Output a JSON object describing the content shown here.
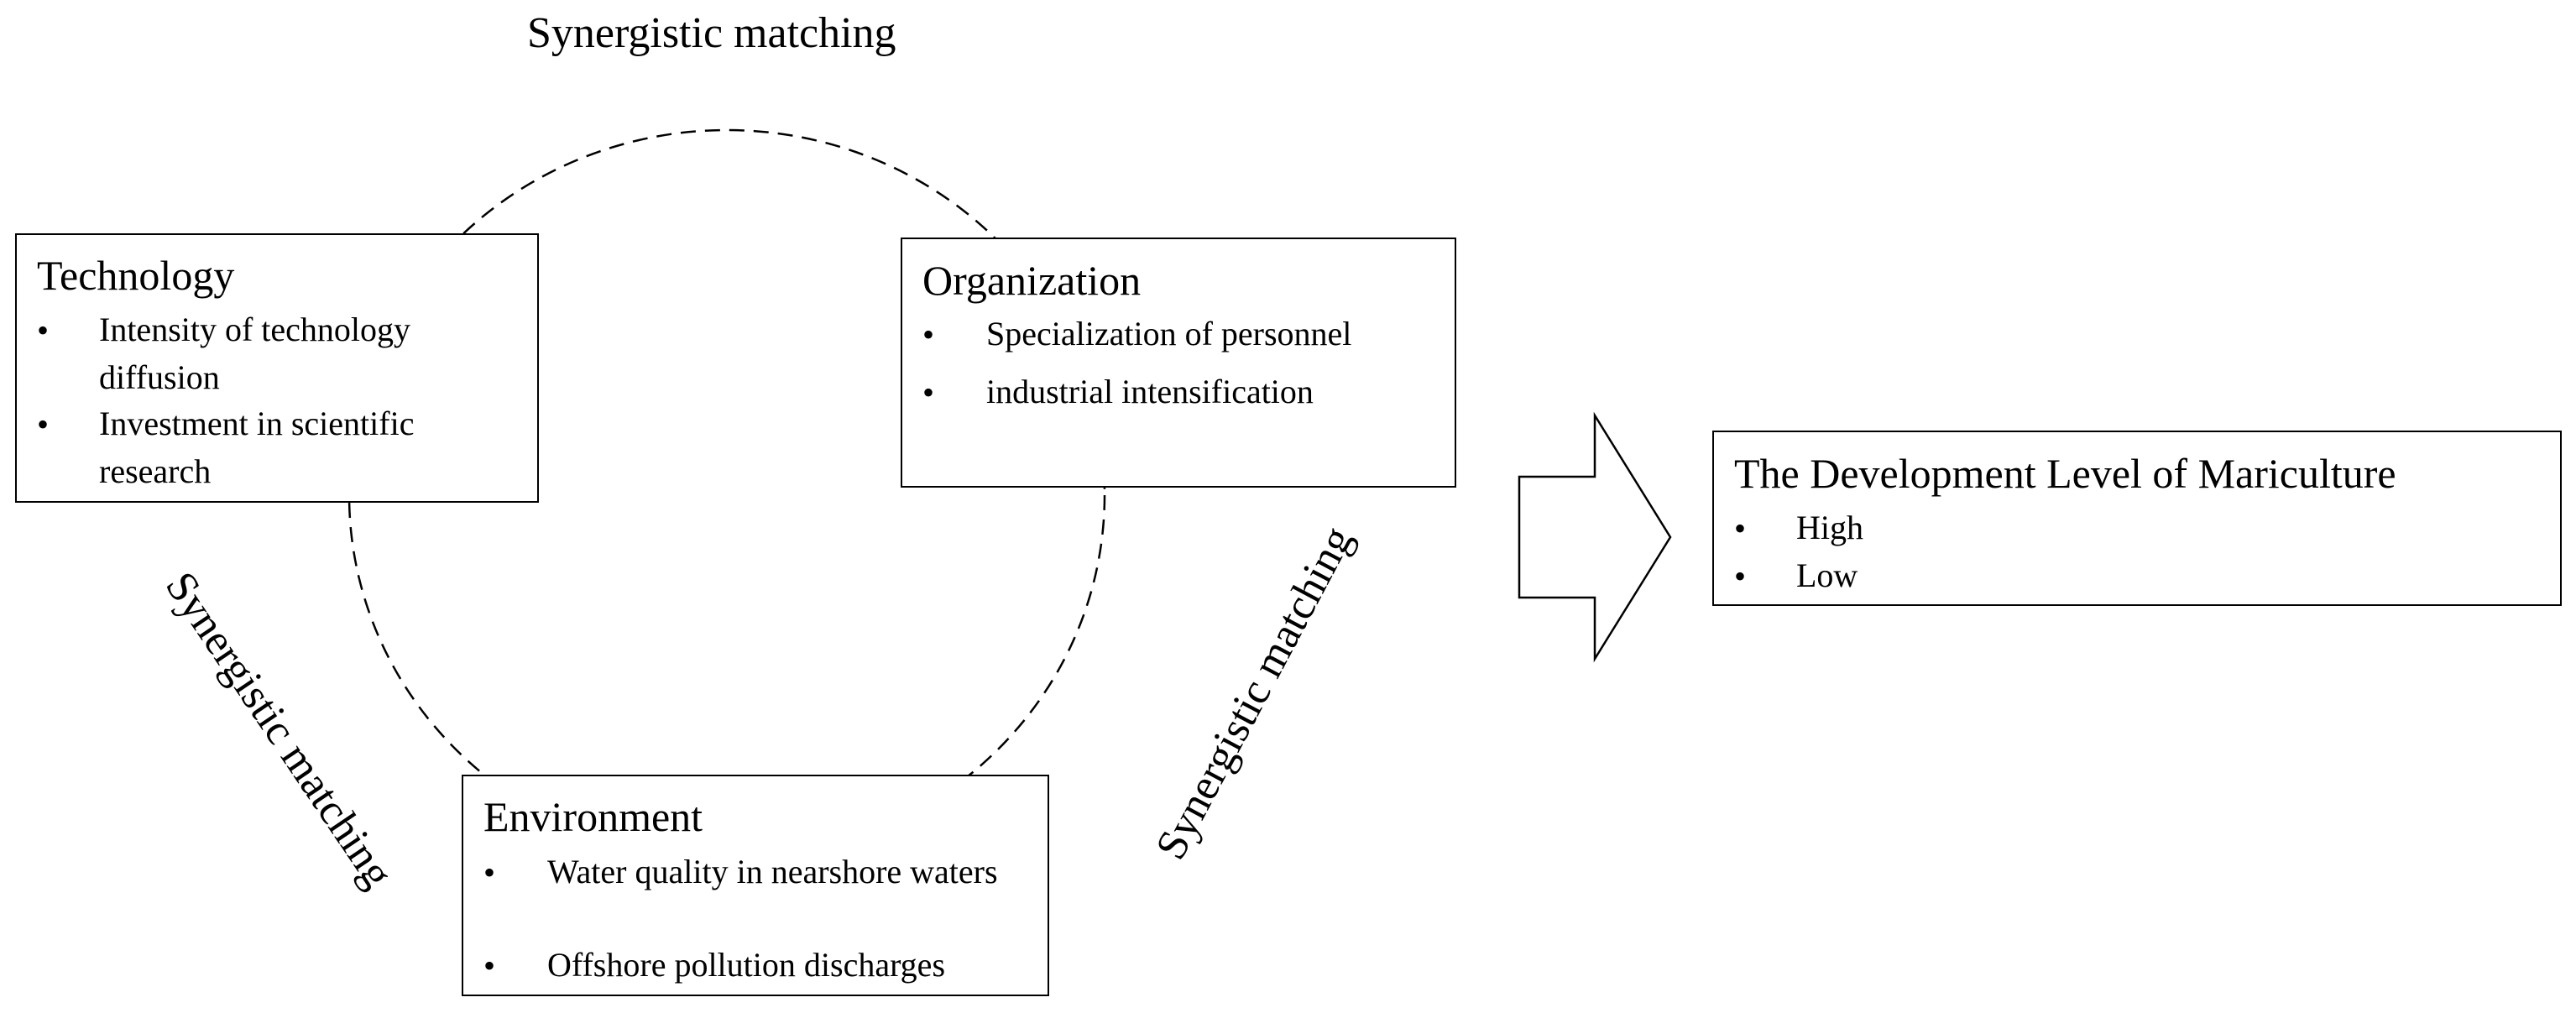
{
  "relations": {
    "top": "Synergistic matching",
    "left": "Synergistic matching",
    "right": "Synergistic matching"
  },
  "technology": {
    "title": "Technology",
    "items": [
      "Intensity of technology diffusion",
      "Investment in scientific research"
    ]
  },
  "organization": {
    "title": "Organization",
    "items": [
      "Specialization of personnel",
      "industrial intensification"
    ]
  },
  "environment": {
    "title": "Environment",
    "items": [
      "Water quality in nearshore waters",
      "Offshore pollution discharges"
    ]
  },
  "result": {
    "title": "The Development Level of Mariculture",
    "items": [
      "High",
      "Low"
    ]
  },
  "bullet_symbol": "•",
  "colors": {
    "line": "#000000",
    "background": "#ffffff"
  }
}
